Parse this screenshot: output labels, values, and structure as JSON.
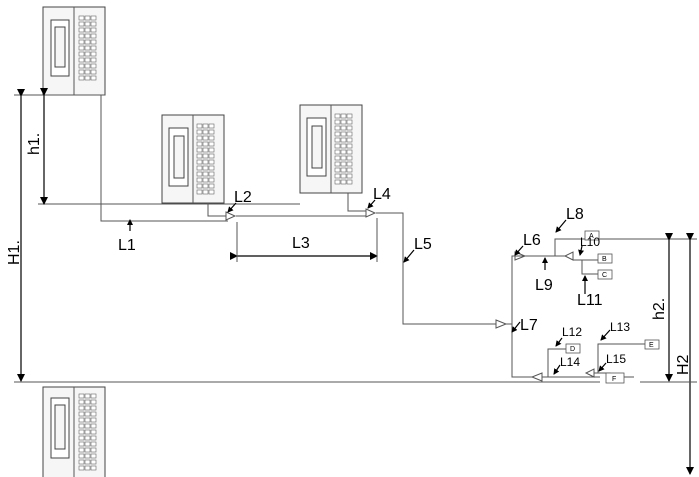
{
  "dimensions": {
    "h1": "h1.",
    "H1": "H1.",
    "h2": "h2.",
    "H2": "H2"
  },
  "pipe_labels": [
    "L1",
    "L2",
    "L3",
    "L4",
    "L5",
    "L6",
    "L7",
    "L8",
    "L9",
    "L10",
    "L11",
    "L12",
    "L13",
    "L14",
    "L15"
  ],
  "indoor_units": [
    "A",
    "B",
    "C",
    "D",
    "E",
    "F"
  ]
}
